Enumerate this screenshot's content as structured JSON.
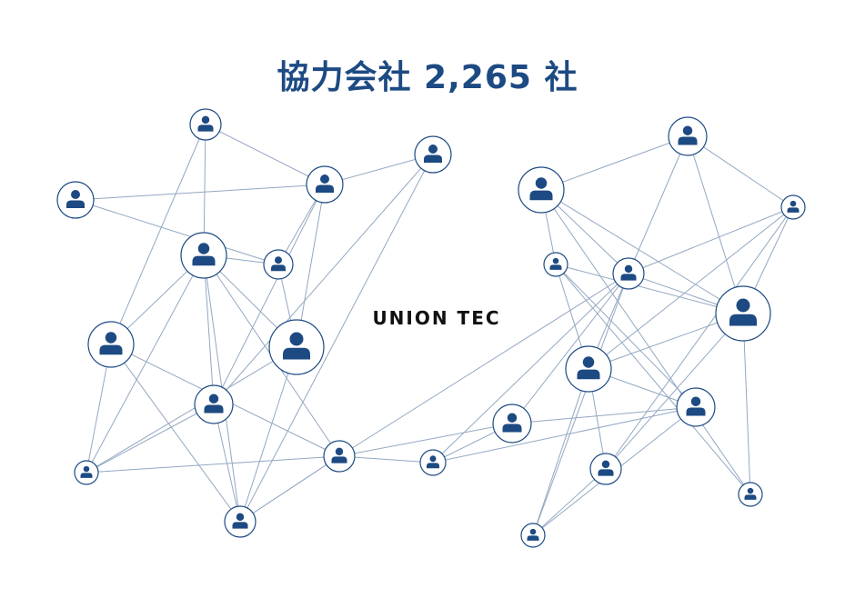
{
  "header": {
    "title": "協力会社 2,265 社"
  },
  "logo": {
    "text": "UNION TEC"
  },
  "colors": {
    "node": "#1d4a82",
    "edge": "#93a8c2",
    "title": "#1d4a82"
  },
  "icon": "person-icon",
  "nodes": [
    {
      "id": "n0"
    },
    {
      "id": "n1"
    },
    {
      "id": "n2"
    },
    {
      "id": "n3"
    },
    {
      "id": "n4"
    },
    {
      "id": "n5"
    },
    {
      "id": "n6"
    },
    {
      "id": "n7"
    },
    {
      "id": "n8"
    },
    {
      "id": "n9"
    },
    {
      "id": "n10"
    },
    {
      "id": "n11"
    },
    {
      "id": "n12"
    },
    {
      "id": "n13"
    },
    {
      "id": "n14"
    },
    {
      "id": "n15"
    },
    {
      "id": "n16"
    },
    {
      "id": "n17"
    },
    {
      "id": "n18"
    },
    {
      "id": "n19"
    },
    {
      "id": "n20"
    },
    {
      "id": "n21"
    },
    {
      "id": "n22"
    },
    {
      "id": "n23"
    },
    {
      "id": "n24"
    },
    {
      "id": "n25"
    }
  ],
  "edges": [
    [
      "n0",
      "n1"
    ],
    [
      "n0",
      "n3"
    ],
    [
      "n0",
      "n6"
    ],
    [
      "n1",
      "n2"
    ],
    [
      "n1",
      "n4"
    ],
    [
      "n1",
      "n5"
    ],
    [
      "n1",
      "n7"
    ],
    [
      "n1",
      "n8"
    ],
    [
      "n2",
      "n4"
    ],
    [
      "n3",
      "n4"
    ],
    [
      "n3",
      "n7"
    ],
    [
      "n3",
      "n9"
    ],
    [
      "n3",
      "n14"
    ],
    [
      "n3",
      "n12"
    ],
    [
      "n3",
      "n6"
    ],
    [
      "n3",
      "n8"
    ],
    [
      "n4",
      "n7"
    ],
    [
      "n5",
      "n8"
    ],
    [
      "n6",
      "n9"
    ],
    [
      "n6",
      "n14"
    ],
    [
      "n6",
      "n12"
    ],
    [
      "n7",
      "n14"
    ],
    [
      "n7",
      "n9"
    ],
    [
      "n8",
      "n14"
    ],
    [
      "n8",
      "n9"
    ],
    [
      "n9",
      "n12"
    ],
    [
      "n10",
      "n11"
    ],
    [
      "n10",
      "n13"
    ],
    [
      "n10",
      "n15"
    ],
    [
      "n10",
      "n16"
    ],
    [
      "n11",
      "n13"
    ],
    [
      "n11",
      "n16"
    ],
    [
      "n11",
      "n21"
    ],
    [
      "n12",
      "n13"
    ],
    [
      "n12",
      "n14"
    ],
    [
      "n12",
      "n18"
    ],
    [
      "n12",
      "n19"
    ],
    [
      "n13",
      "n16"
    ],
    [
      "n13",
      "n15"
    ],
    [
      "n13",
      "n17"
    ],
    [
      "n13",
      "n19"
    ],
    [
      "n13",
      "n18"
    ],
    [
      "n15",
      "n17"
    ],
    [
      "n15",
      "n16"
    ],
    [
      "n16",
      "n17"
    ],
    [
      "n16",
      "n21"
    ],
    [
      "n16",
      "n22"
    ],
    [
      "n16",
      "n23"
    ],
    [
      "n17",
      "n20"
    ],
    [
      "n17",
      "n21"
    ],
    [
      "n17",
      "n22"
    ],
    [
      "n17",
      "n24"
    ],
    [
      "n18",
      "n20"
    ],
    [
      "n19",
      "n25"
    ],
    [
      "n20",
      "n25"
    ],
    [
      "n20",
      "n21"
    ],
    [
      "n20",
      "n24"
    ],
    [
      "n21",
      "n23"
    ],
    [
      "n15",
      "n22"
    ],
    [
      "n11",
      "n23"
    ],
    [
      "n19",
      "n18"
    ],
    [
      "n13",
      "n24"
    ],
    [
      "n5",
      "n14"
    ],
    [
      "n22",
      "n24"
    ],
    [
      "n14",
      "n12"
    ]
  ]
}
